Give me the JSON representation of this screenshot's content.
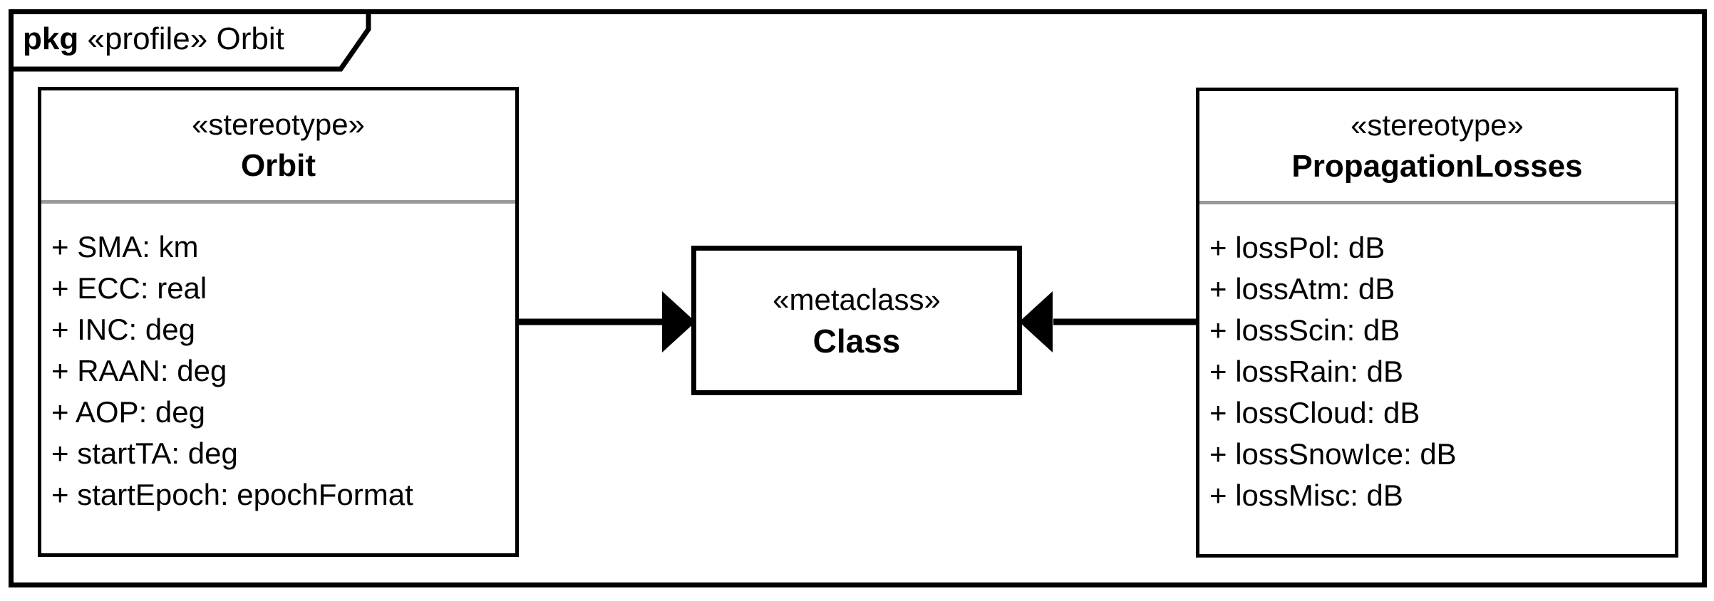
{
  "frame": {
    "keyword": "pkg",
    "label": "«profile» Orbit"
  },
  "colors": {
    "line": "#000000",
    "separator": "#999999",
    "bg": "#ffffff",
    "text": "#000000"
  },
  "classes": {
    "orbit": {
      "stereotype": "«stereotype»",
      "name": "Orbit",
      "attributes": [
        "+ SMA: km",
        "+ ECC: real",
        "+ INC: deg",
        "+ RAAN: deg",
        "+ AOP: deg",
        "+ startTA: deg",
        "+ startEpoch: epochFormat"
      ]
    },
    "metaclass": {
      "stereotype": "«metaclass»",
      "name": "Class"
    },
    "propagationLosses": {
      "stereotype": "«stereotype»",
      "name": "PropagationLosses",
      "attributes": [
        "+ lossPol: dB",
        "+ lossAtm: dB",
        "+ lossScin: dB",
        "+ lossRain: dB",
        "+ lossCloud: dB",
        "+ lossSnowIce: dB",
        "+ lossMisc: dB"
      ]
    }
  },
  "relations": [
    {
      "type": "extension",
      "from": "Orbit",
      "to": "Class"
    },
    {
      "type": "extension",
      "from": "PropagationLosses",
      "to": "Class"
    }
  ]
}
